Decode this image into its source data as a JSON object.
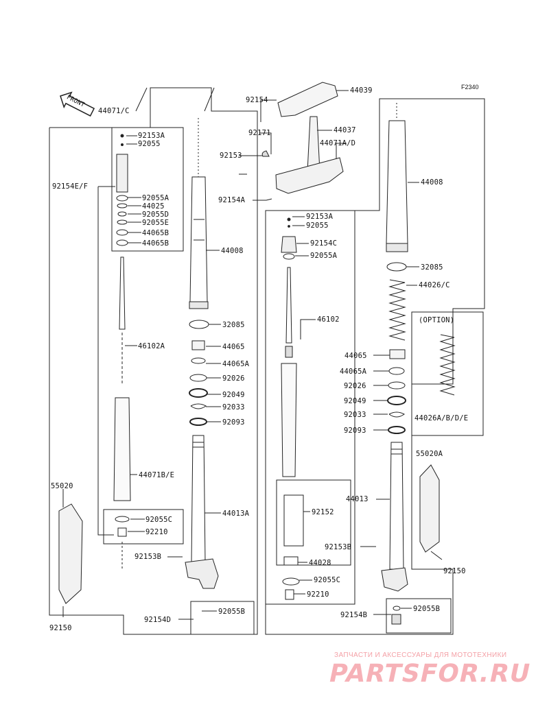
{
  "diagram": {
    "ref_code": "F2340",
    "front_arrow_label": "FRONT",
    "parts": {
      "p44071C": "44071/C",
      "p92153A_l": "92153A",
      "p92055_l": "92055",
      "p92154EF": "92154E/F",
      "p92055A_l": "92055A",
      "p44025": "44025",
      "p92055D": "92055D",
      "p92055E": "92055E",
      "p44065B_1": "44065B",
      "p44065B_2": "44065B",
      "p44008_l": "44008",
      "p32085_l": "32085",
      "p46102A": "46102A",
      "p44065_l": "44065",
      "p44065A_l": "44065A",
      "p92026_l": "92026",
      "p92049_l": "92049",
      "p92033_l": "92033",
      "p92093_l": "92093",
      "p44071BE": "44071B/E",
      "p44013A": "44013A",
      "p92055C_l": "92055C",
      "p92210_l": "92210",
      "p92153B_l": "92153B",
      "p55020": "55020",
      "p92150_l": "92150",
      "p92154D": "92154D",
      "p92055B_l": "92055B",
      "p92154_top": "92154",
      "p44039": "44039",
      "p92171": "92171",
      "p44037": "44037",
      "p92153_top": "92153",
      "p44071AD": "44071A/D",
      "p92154A": "92154A",
      "p92153A_c": "92153A",
      "p92055_c": "92055",
      "p92154C": "92154C",
      "p92055A_c": "92055A",
      "p46102": "46102",
      "p92152": "92152",
      "p44028": "44028",
      "p92055C_c": "92055C",
      "p92210_c": "92210",
      "p44008_r": "44008",
      "p32085_r": "32085",
      "p44026C": "44026/C",
      "p_option": "(OPTION)",
      "p44026ABDE": "44026A/B/D/E",
      "p44065_r": "44065",
      "p44065A_r": "44065A",
      "p92026_r": "92026",
      "p92049_r": "92049",
      "p92033_r": "92033",
      "p92093_r": "92093",
      "p55020A": "55020A",
      "p44013": "44013",
      "p92153B_r": "92153B",
      "p92150_r": "92150",
      "p92154B": "92154B",
      "p92055B_r": "92055B"
    }
  },
  "watermark": {
    "tagline": "ЗАПЧАСТИ И АКСЕССУАРЫ ДЛЯ МОТОТЕХНИКИ",
    "logo": "PARTSFOR.RU"
  }
}
